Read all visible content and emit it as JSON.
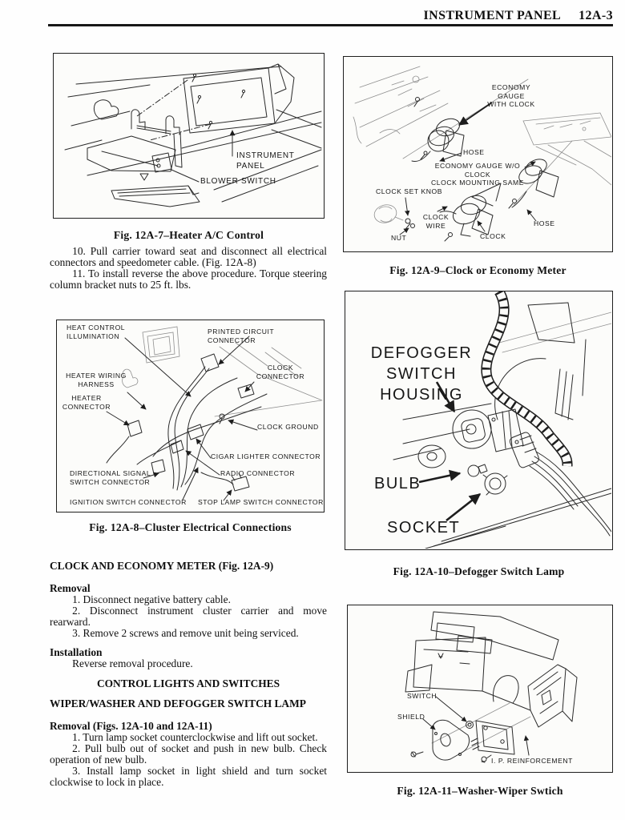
{
  "header": {
    "title": "INSTRUMENT PANEL",
    "page_number": "12A-3"
  },
  "content": {
    "step10": "10. Pull carrier toward seat and disconnect all electrical connectors and speedometer cable. (Fig. 12A-8)",
    "step11": "11. To install reverse the above procedure. Torque steering column bracket nuts to 25 ft. lbs.",
    "clock_section_heading": "CLOCK AND ECONOMY METER (Fig. 12A-9)",
    "clock_removal_heading": "Removal",
    "clock_removal_steps": [
      "1. Disconnect negative battery cable.",
      "2. Disconnect instrument cluster carrier and move rearward.",
      "3. Remove 2 screws and remove unit being serviced."
    ],
    "clock_installation_heading": "Installation",
    "clock_installation_text": "Reverse removal procedure.",
    "control_lights_heading": "CONTROL LIGHTS AND SWITCHES",
    "wiper_heading": "WIPER/WASHER AND DEFOGGER SWITCH LAMP",
    "wiper_removal_heading": "Removal (Figs. 12A-10 and 12A-11)",
    "wiper_removal_steps": [
      "1. Turn lamp socket counterclockwise and lift out socket.",
      "2. Pull bulb out of socket and push in new bulb. Check operation of new bulb.",
      "3. Install lamp socket in light shield and turn socket clockwise to lock in place."
    ]
  },
  "figures": {
    "fig7": {
      "caption": "Fig. 12A-7–Heater A/C Control",
      "labels": {
        "instrument_panel": "INSTRUMENT\nPANEL",
        "blower_switch": "BLOWER SWITCH"
      }
    },
    "fig8": {
      "caption": "Fig. 12A-8–Cluster Electrical Connections",
      "labels": {
        "heat_control": "HEAT CONTROL\nILLUMINATION",
        "printed_circuit": "PRINTED CIRCUIT CONNECTOR",
        "clock_connector": "CLOCK\nCONNECTOR",
        "heater_wiring": "HEATER WIRING\nHARNESS",
        "heater_connector": "HEATER\nCONNECTOR",
        "clock_ground": "CLOCK GROUND",
        "cigar_lighter": "CIGAR LIGHTER CONNECTOR",
        "radio": "RADIO CONNECTOR",
        "directional": "DIRECTIONAL SIGNAL\nSWITCH CONNECTOR",
        "ignition": "IGNITION SWITCH CONNECTOR",
        "stop_lamp": "STOP LAMP SWITCH CONNECTOR"
      }
    },
    "fig9": {
      "caption": "Fig. 12A-9–Clock or Economy Meter",
      "labels": {
        "economy_with_clock": "ECONOMY GAUGE\nWITH CLOCK",
        "hose_left": "HOSE",
        "economy_wo_clock": "ECONOMY GAUGE W/O CLOCK\nCLOCK MOUNTING SAME",
        "clock_set_knob": "CLOCK SET KNOB",
        "clock_wire": "CLOCK\nWIRE",
        "nut": "NUT",
        "clock": "CLOCK",
        "hose_right": "HOSE"
      }
    },
    "fig10": {
      "caption": "Fig. 12A-10–Defogger Switch Lamp",
      "labels": {
        "housing": "DEFOGGER SWITCH\nHOUSING",
        "bulb": "BULB",
        "socket": "SOCKET"
      }
    },
    "fig11": {
      "caption": "Fig. 12A-11–Washer-Wiper Swtich",
      "labels": {
        "switch": "SWITCH",
        "shield": "SHIELD",
        "ip_reinforcement": "I. P. REINFORCEMENT"
      }
    }
  }
}
